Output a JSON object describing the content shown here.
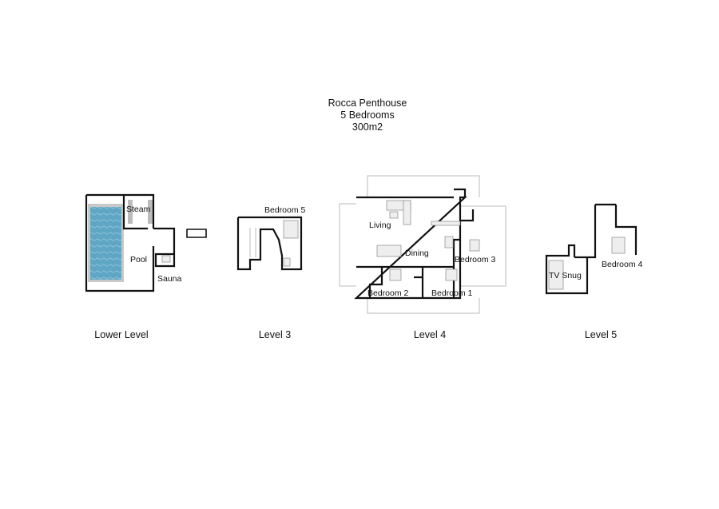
{
  "header": {
    "title": "Rocca Penthouse",
    "bedrooms": "5 Bedrooms",
    "area": "300m2"
  },
  "levels": [
    {
      "label": "Lower Level",
      "rooms": [
        "Steam",
        "Pool",
        "Sauna"
      ]
    },
    {
      "label": "Level 3",
      "rooms": [
        "Bedroom 5"
      ]
    },
    {
      "label": "Level 4",
      "rooms": [
        "Living",
        "Dining",
        "Bedroom 3",
        "Bedroom 2",
        "Bedroom 1"
      ]
    },
    {
      "label": "Level 5",
      "rooms": [
        "TV Snug",
        "Bedroom 4"
      ]
    }
  ],
  "colors": {
    "pool_water": "#5fa6c4",
    "pool_edge": "#c8c8c8",
    "wall": "#111111"
  }
}
